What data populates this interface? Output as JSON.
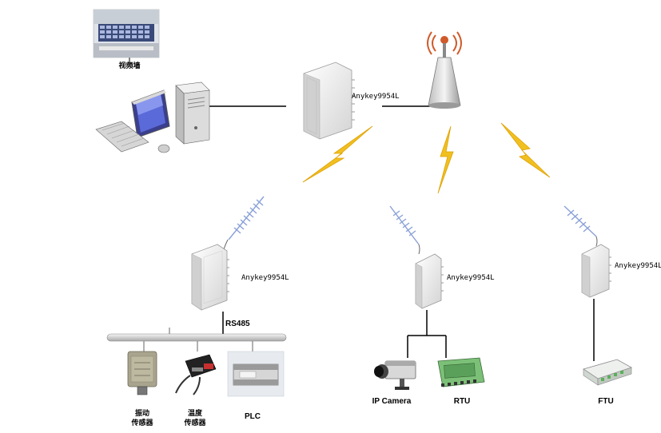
{
  "labels": {
    "video_wall": "视频墙",
    "router_top": "Anykey9954L",
    "router_left": "Anykey9954L",
    "router_mid": "Anykey9954L",
    "router_right": "Anykey9954L",
    "rs485": "RS485",
    "vib_sensor_l1": "振动",
    "vib_sensor_l2": "传感器",
    "temp_sensor_l1": "温度",
    "temp_sensor_l2": "传感器",
    "plc": "PLC",
    "ip_camera": "IP Camera",
    "rtu": "RTU",
    "ftu": "FTU"
  },
  "colors": {
    "bolt": "#f0c020",
    "bolt_stroke": "#e0a000",
    "bus": "#d8d8d8",
    "device": "#f2f2f2",
    "antenna": "#8aa0d8"
  }
}
